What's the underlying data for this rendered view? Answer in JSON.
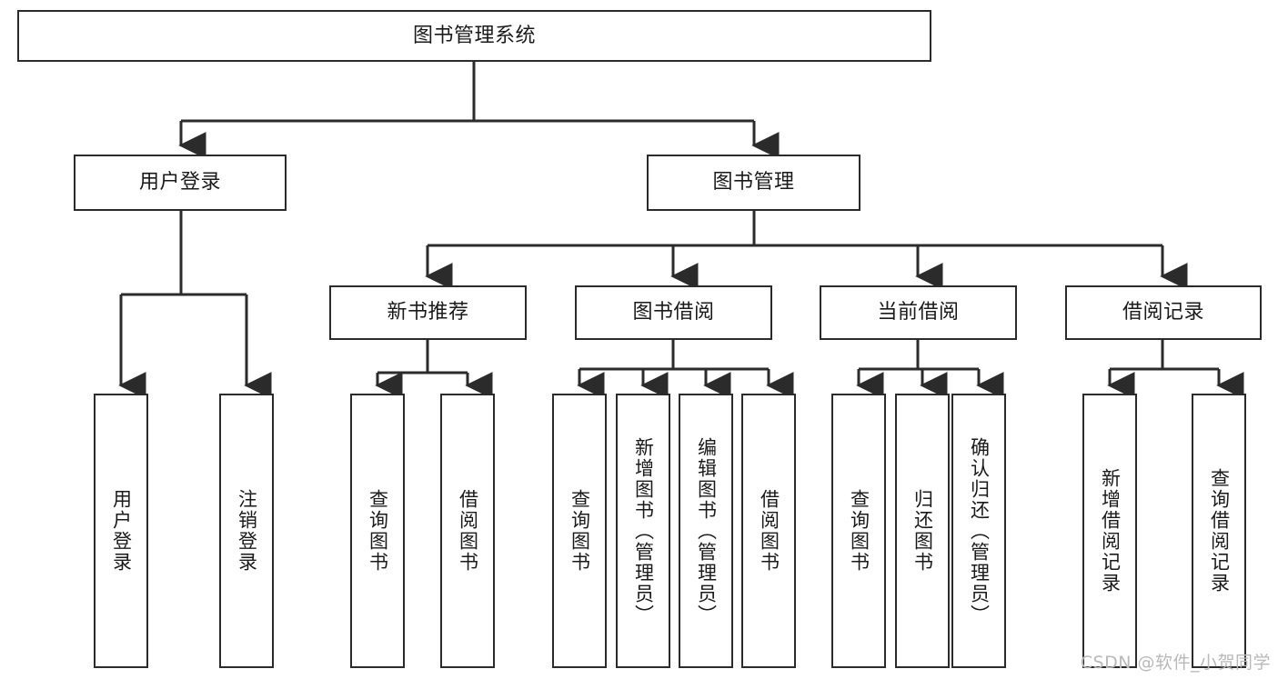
{
  "diagram": {
    "title": "图书管理系统",
    "type": "tree-hierarchy-chart",
    "stroke_color": "#2b2b2b",
    "fill_color": "#ffffff",
    "text_color": "#1a1a1a",
    "root": {
      "label": "图书管理系统"
    },
    "level2": [
      {
        "label": "用户登录"
      },
      {
        "label": "图书管理"
      }
    ],
    "level3": [
      {
        "label": "新书推荐"
      },
      {
        "label": "图书借阅"
      },
      {
        "label": "当前借阅"
      },
      {
        "label": "借阅记录"
      }
    ],
    "leaves": {
      "user_login": [
        {
          "label": "用户登录"
        },
        {
          "label": "注销登录"
        }
      ],
      "new_book_recommend": [
        {
          "label": "查询图书"
        },
        {
          "label": "借阅图书"
        }
      ],
      "book_borrow": [
        {
          "label": "查询图书"
        },
        {
          "label": "新增图书（管理员）"
        },
        {
          "label": "编辑图书（管理员）"
        },
        {
          "label": "借阅图书"
        }
      ],
      "current_borrow": [
        {
          "label": "查询图书"
        },
        {
          "label": "归还图书"
        },
        {
          "label": "确认归还（管理员）"
        }
      ],
      "borrow_record": [
        {
          "label": "新增借阅记录"
        },
        {
          "label": "查询借阅记录"
        }
      ]
    }
  },
  "watermark": {
    "text": "CSDN @软件_小贺同学"
  }
}
